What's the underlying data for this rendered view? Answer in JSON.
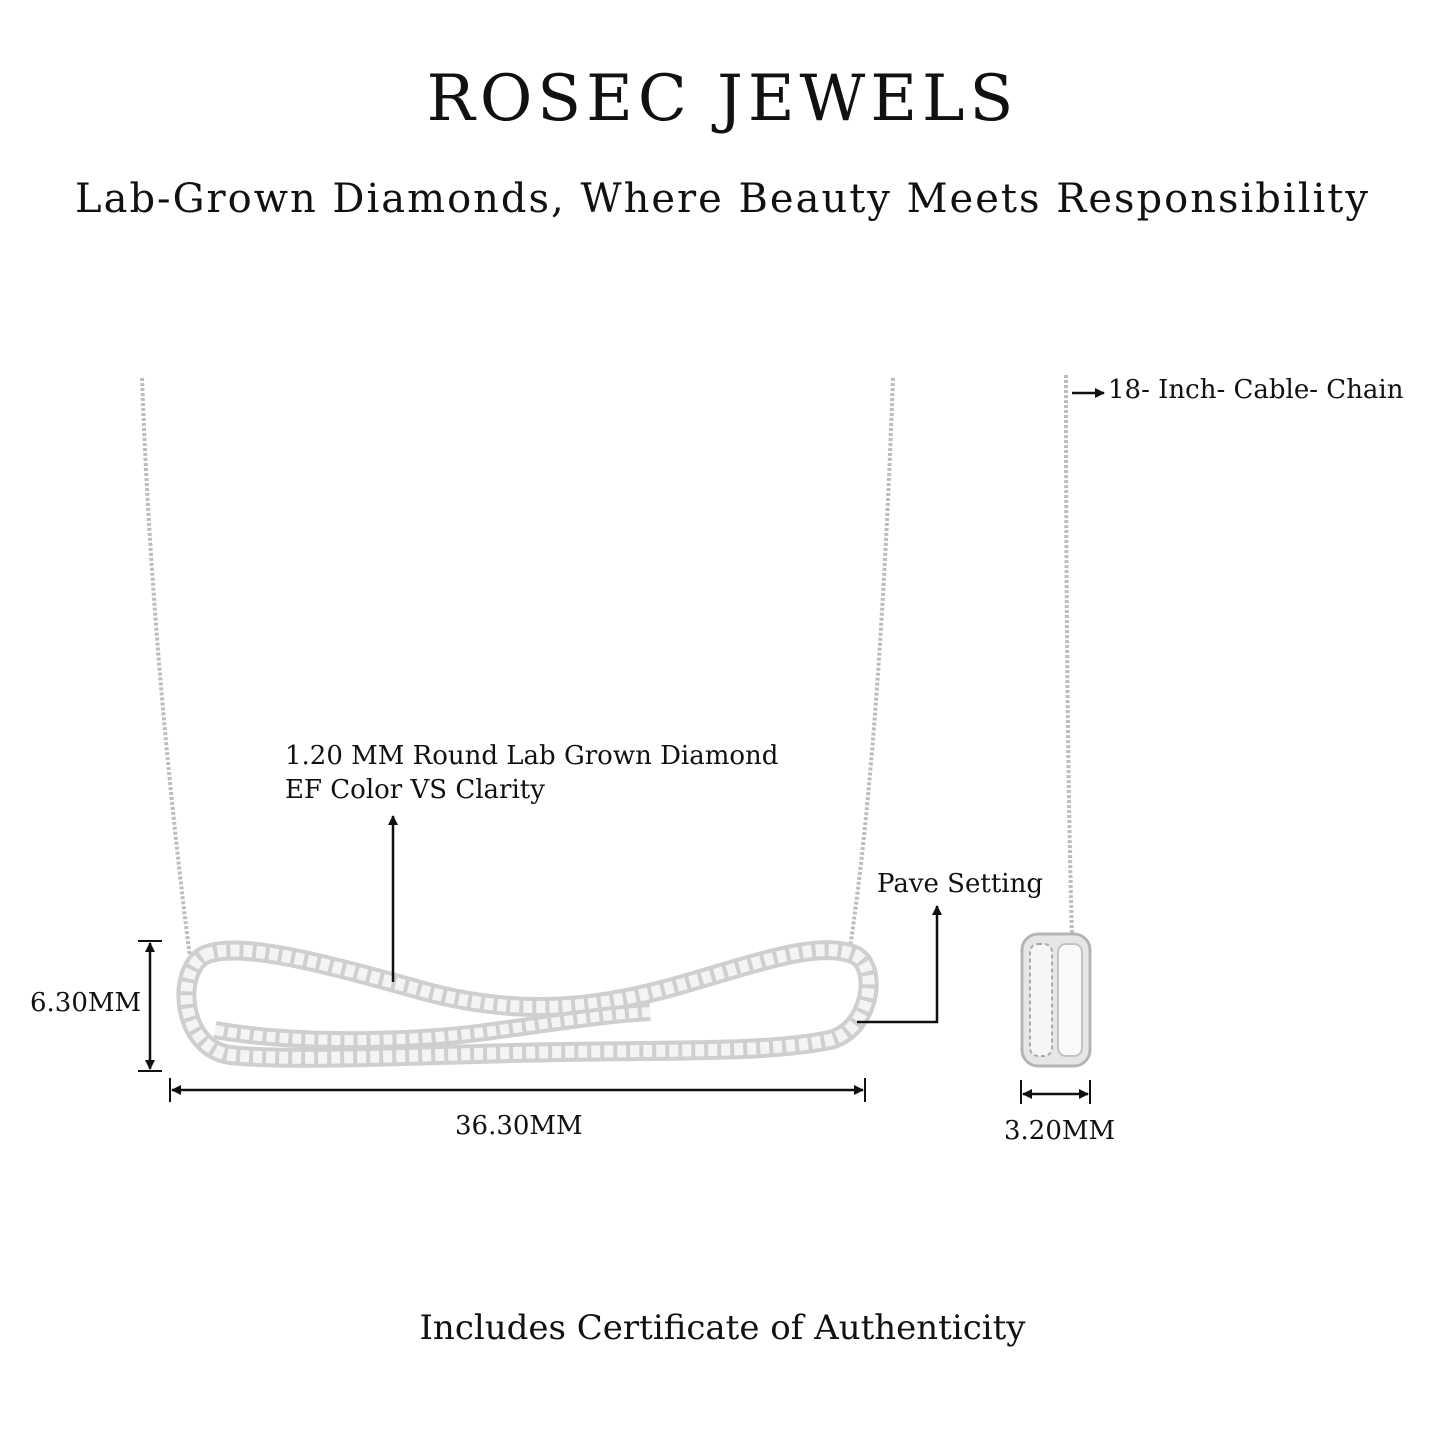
{
  "header": {
    "brand": "ROSEC JEWELS",
    "tagline": "Lab-Grown Diamonds, Where Beauty Meets Responsibility"
  },
  "annotations": {
    "stone_line1": "1.20 MM Round Lab Grown Diamond",
    "stone_line2": "EF Color VS Clarity",
    "setting": "Pave Setting",
    "chain": "18- Inch- Cable- Chain"
  },
  "dimensions": {
    "height": "6.30MM",
    "width": "36.30MM",
    "depth": "3.20MM"
  },
  "footer": {
    "certificate": "Includes Certificate of Authenticity"
  },
  "colors": {
    "ink": "#111111",
    "metal": "#c8c8c8",
    "stone": "#f2f2f2"
  }
}
